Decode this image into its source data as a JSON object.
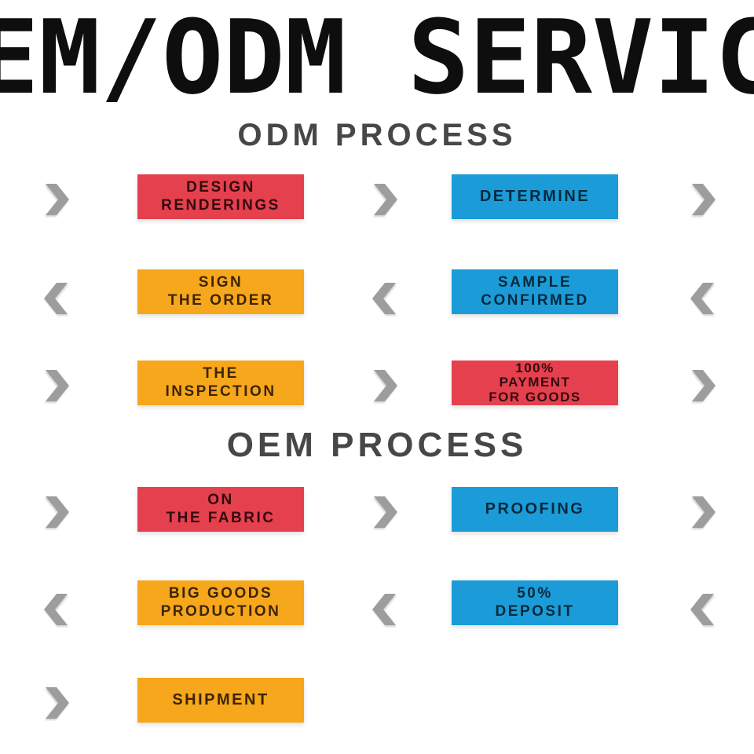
{
  "title": {
    "text": "OEM/ODM SERVICE",
    "visible_fragment": "EM/ODM SERVI"
  },
  "colors": {
    "red": "#e5404d",
    "blue": "#1b9cd8",
    "orange": "#f6a71c",
    "chevron": "#9d9d9d",
    "heading": "#474747",
    "title": "#0e0e0e"
  },
  "icons": {
    "chevron-right": "solid gray chevron pointing right",
    "chevron-left": "solid gray chevron pointing left"
  },
  "sections": [
    {
      "heading": "ODM PROCESS",
      "rows": [
        {
          "direction": "right",
          "boxes": [
            {
              "color_key": "red",
              "label": "DESIGN\nRENDERINGS"
            },
            {
              "color_key": "blue",
              "label": "DETERMINE"
            }
          ]
        },
        {
          "direction": "left",
          "boxes": [
            {
              "color_key": "orange",
              "label": "SIGN\nTHE ORDER"
            },
            {
              "color_key": "blue",
              "label": "SAMPLE\nCONFIRMED"
            }
          ]
        },
        {
          "direction": "right",
          "boxes": [
            {
              "color_key": "orange",
              "label": "THE\nINSPECTION"
            },
            {
              "color_key": "red",
              "label": "100%\nPAYMENT\nFOR GOODS"
            }
          ]
        }
      ]
    },
    {
      "heading": "OEM PROCESS",
      "rows": [
        {
          "direction": "right",
          "boxes": [
            {
              "color_key": "red",
              "label": "ON\nTHE FABRIC"
            },
            {
              "color_key": "blue",
              "label": "PROOFING"
            }
          ]
        },
        {
          "direction": "left",
          "boxes": [
            {
              "color_key": "orange",
              "label": "BIG GOODS\nPRODUCTION"
            },
            {
              "color_key": "blue",
              "label": "50%\nDEPOSIT"
            }
          ]
        },
        {
          "direction": "right",
          "boxes": [
            {
              "color_key": "orange",
              "label": "SHIPMENT"
            }
          ]
        }
      ]
    }
  ]
}
